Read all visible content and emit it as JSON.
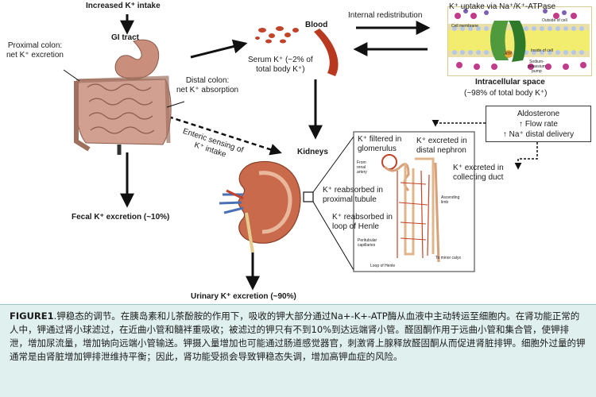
{
  "labels": {
    "increased_intake": "Increased K⁺ intake",
    "gi_tract": "GI tract",
    "proximal_colon": "Proximal colon:\nnet K⁺ excretion",
    "distal_colon": "Distal colon:\nnet K⁺ absorption",
    "blood": "Blood",
    "serum": "Serum K⁺ (~2% of\ntotal body K⁺)",
    "internal_redistribution": "Internal redistribution",
    "k_uptake": "K⁺ uptake via Na⁺/K⁺-ATPase",
    "intracellular_space": "Intracellular space",
    "intracellular_pct": "(~98% of total body K⁺)",
    "enteric_sensing": "Enteric sensing of\nK⁺ intake",
    "kidneys": "Kidneys",
    "fecal_excretion": "Fecal K⁺ excretion (~10%)",
    "urinary_excretion": "Urinary K⁺ excretion (~90%)"
  },
  "aldosterone": {
    "title": "Aldosterone",
    "line1": "↑ Flow rate",
    "line2": "↑ Na⁺ distal delivery"
  },
  "nephron": {
    "filtered": "K⁺ filtered in\nglomerulus",
    "excreted_distal": "K⁺ excreted in\ndistal nephron",
    "excreted_collecting": "K⁺ excreted in\ncollecting duct",
    "reabsorbed_proximal": "K⁺ reabsorbed in\nproximal tubule",
    "reabsorbed_henle": "K⁺ reabsorbed in\nloop of Henle",
    "from_renal_artery": "From\nrenal\nartery",
    "ascending_limb": "Ascending\nlimb",
    "peritubular": "Peritubular\ncapillaries",
    "loop_of_henle": "Loop of Henle",
    "to_minor_calyx": "To minor calyx"
  },
  "cell_panel": {
    "cell_membrane": "Cell membrane",
    "cell_outside": "Outside of cell",
    "inside_cell": "Inside of cell",
    "pump": "Sodium-\npotassium\npump",
    "atp": "ATP"
  },
  "caption": {
    "figure_label": "FIGURE1",
    "text": ".钾稳态的调节。在胰岛素和儿茶酚胺的作用下，吸收的钾大部分通过Na+-K+-ATP酶从血液中主动转运至细胞内。在肾功能正常的人中，钾通过肾小球滤过，在近曲小管和髓袢重吸收；被滤过的钾只有不到10%到达远端肾小管。醛固酮作用于远曲小管和集合管，使钾排泄，增加尿流量，增加钠向远端小管输送。钾摄入量增加也可能通过肠道感觉器官，刺激肾上腺释放醛固酮从而促进肾脏排钾。细胞外过量的钾通常是由肾脏增加钾排泄维持平衡；因此，肾功能受损会导致钾稳态失调，增加高钾血症的风险。"
  },
  "colors": {
    "caption_bg": "#dff0ef",
    "blood": "#c0432a",
    "kidney": "#c86a4b",
    "gut": "#b9877a",
    "pump": "#4f9a3c"
  }
}
